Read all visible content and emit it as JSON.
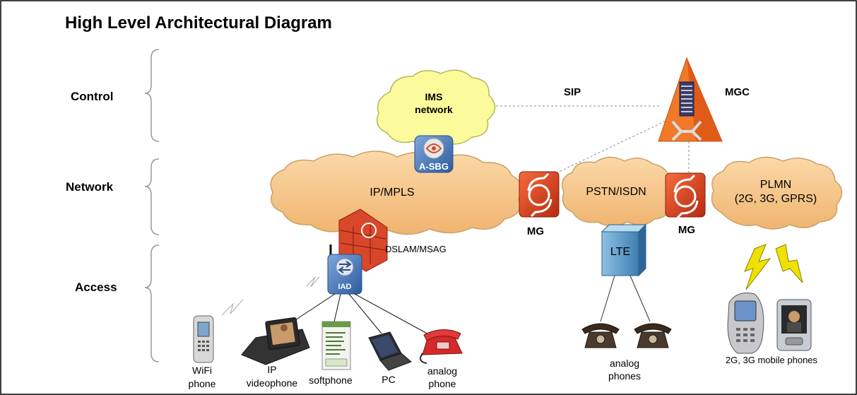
{
  "title": "High Level Architectural Diagram",
  "layers": {
    "control": "Control",
    "network": "Network",
    "access": "Access"
  },
  "clouds": {
    "ims_line1": "IMS",
    "ims_line2": "network",
    "ip_mpls": "IP/MPLS",
    "pstn_isdn": "PSTN/ISDN",
    "plmn_line1": "PLMN",
    "plmn_line2": "(2G, 3G, GPRS)"
  },
  "nodes": {
    "asbg": "A-SBG",
    "mgc": "MGC",
    "mg_left": "MG",
    "mg_right": "MG",
    "dslam": "DSLAM/MSAG",
    "iad": "IAD",
    "lte": "LTE"
  },
  "links": {
    "sip": "SIP"
  },
  "devices": {
    "wifi_line1": "WiFi",
    "wifi_line2": "phone",
    "ipvideo_line1": "IP",
    "ipvideo_line2": "videophone",
    "softphone": "softphone",
    "pc": "PC",
    "analog_line1": "analog",
    "analog_line2": "phone",
    "analog_phones_line1": "analog",
    "analog_phones_line2": "phones",
    "mobile": "2G, 3G mobile phones"
  },
  "colors": {
    "cloud_fill": "#f5c88e",
    "ims_fill": "#fbfb9b",
    "mg_fill": "#e8421c",
    "mgc_fill": "#f07a2a",
    "firewall_fill": "#d9472a",
    "device_blue": "#4a7fc0",
    "bolt_fill": "#f0e000"
  }
}
